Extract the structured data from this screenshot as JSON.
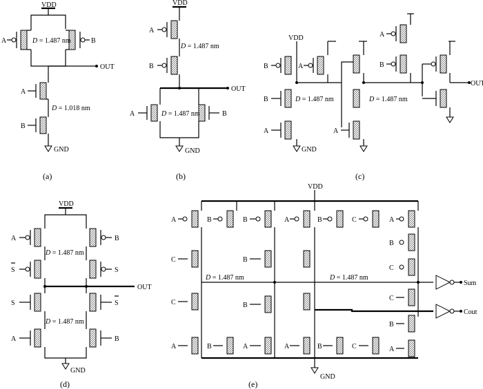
{
  "labels": {
    "vdd": "VDD",
    "gnd": "GND",
    "out": "OUT",
    "sum": "Sum",
    "cout": "Cout",
    "A": "A",
    "B": "B",
    "C": "C",
    "S": "S",
    "S_bar": "S"
  },
  "diameters": {
    "d1487": "= 1.487 nm",
    "d1018": "= 1.018 nm",
    "symbol": "D"
  },
  "captions": {
    "a": "(a)",
    "b": "(b)",
    "c": "(c)",
    "d": "(d)",
    "e": "(e)"
  },
  "colors": {
    "line": "#000000",
    "background": "#ffffff"
  }
}
